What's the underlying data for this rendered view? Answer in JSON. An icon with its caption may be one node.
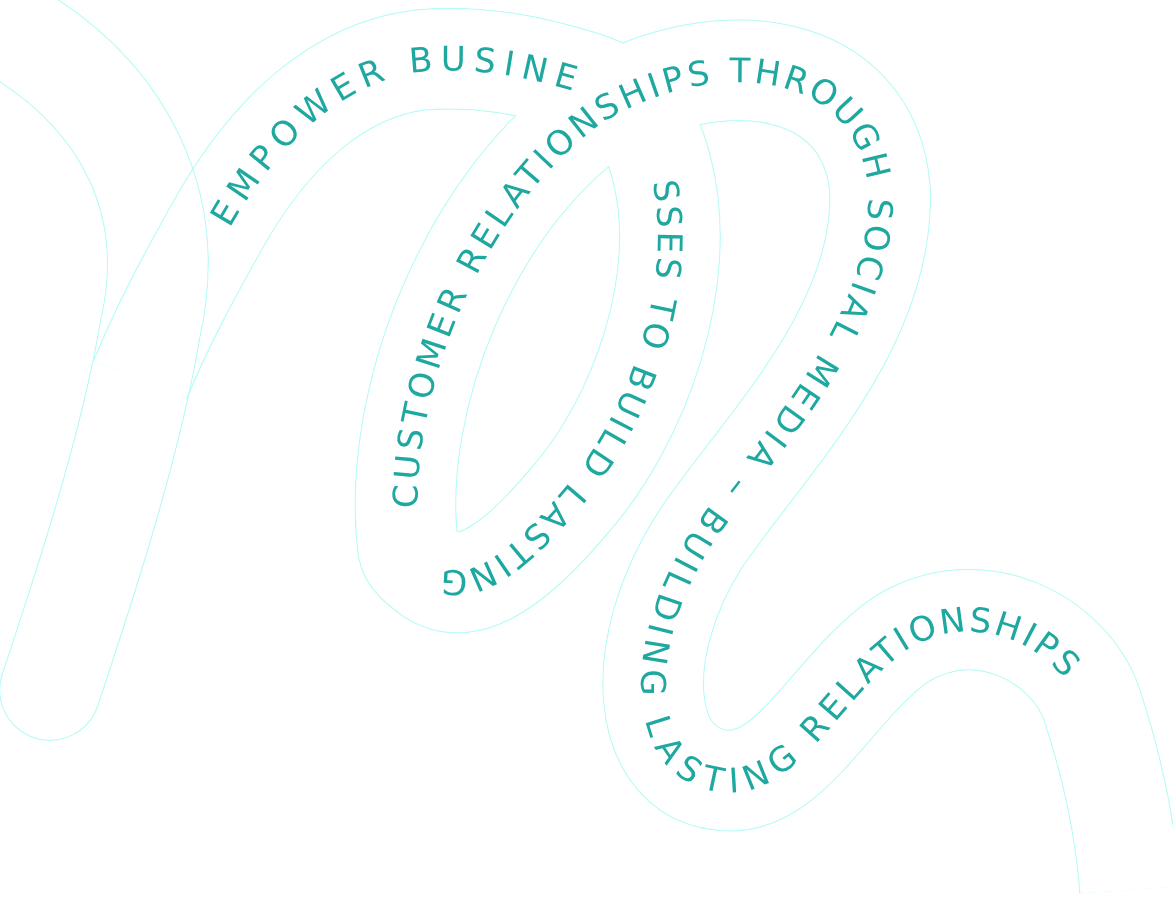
{
  "diagram": {
    "labels": [
      "EMPOWER BUSINE",
      "SSES TO BUILD LASTING",
      "CUSTOMER RELATIONSHIPS THROUGH SOCIAL MEDIA – BUILDING LASTING RELATIONSHIPS"
    ]
  }
}
